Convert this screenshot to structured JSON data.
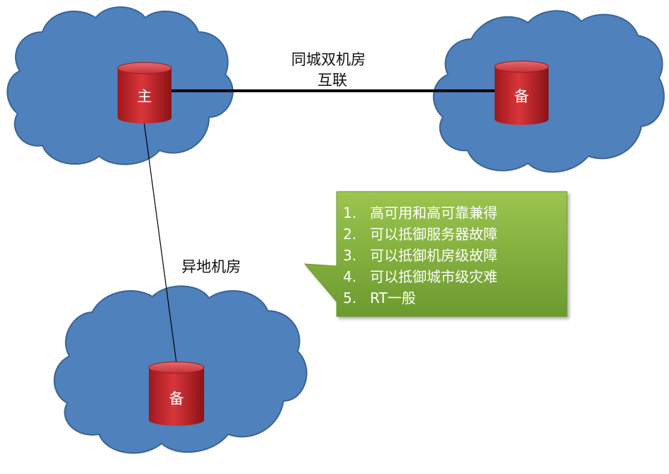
{
  "link_same_city": {
    "line1": "同城双机房",
    "line2": "互联"
  },
  "link_remote": "异地机房",
  "databases": {
    "primary": "主",
    "standby_same_city": "备",
    "standby_remote": "备"
  },
  "callout_items": [
    {
      "num": "1.",
      "text": "高可用和高可靠兼得"
    },
    {
      "num": "2.",
      "text": "可以抵御服务器故障"
    },
    {
      "num": "3.",
      "text": "可以抵御机房级故障"
    },
    {
      "num": "4.",
      "text": "可以抵御城市级灾难"
    },
    {
      "num": "5.",
      "text": "RT一般"
    }
  ],
  "colors": {
    "cloud_fill": "#4f81bd",
    "cloud_stroke": "#3a6496",
    "db_red": "#c0282d",
    "callout_green": "#7aa33a"
  }
}
